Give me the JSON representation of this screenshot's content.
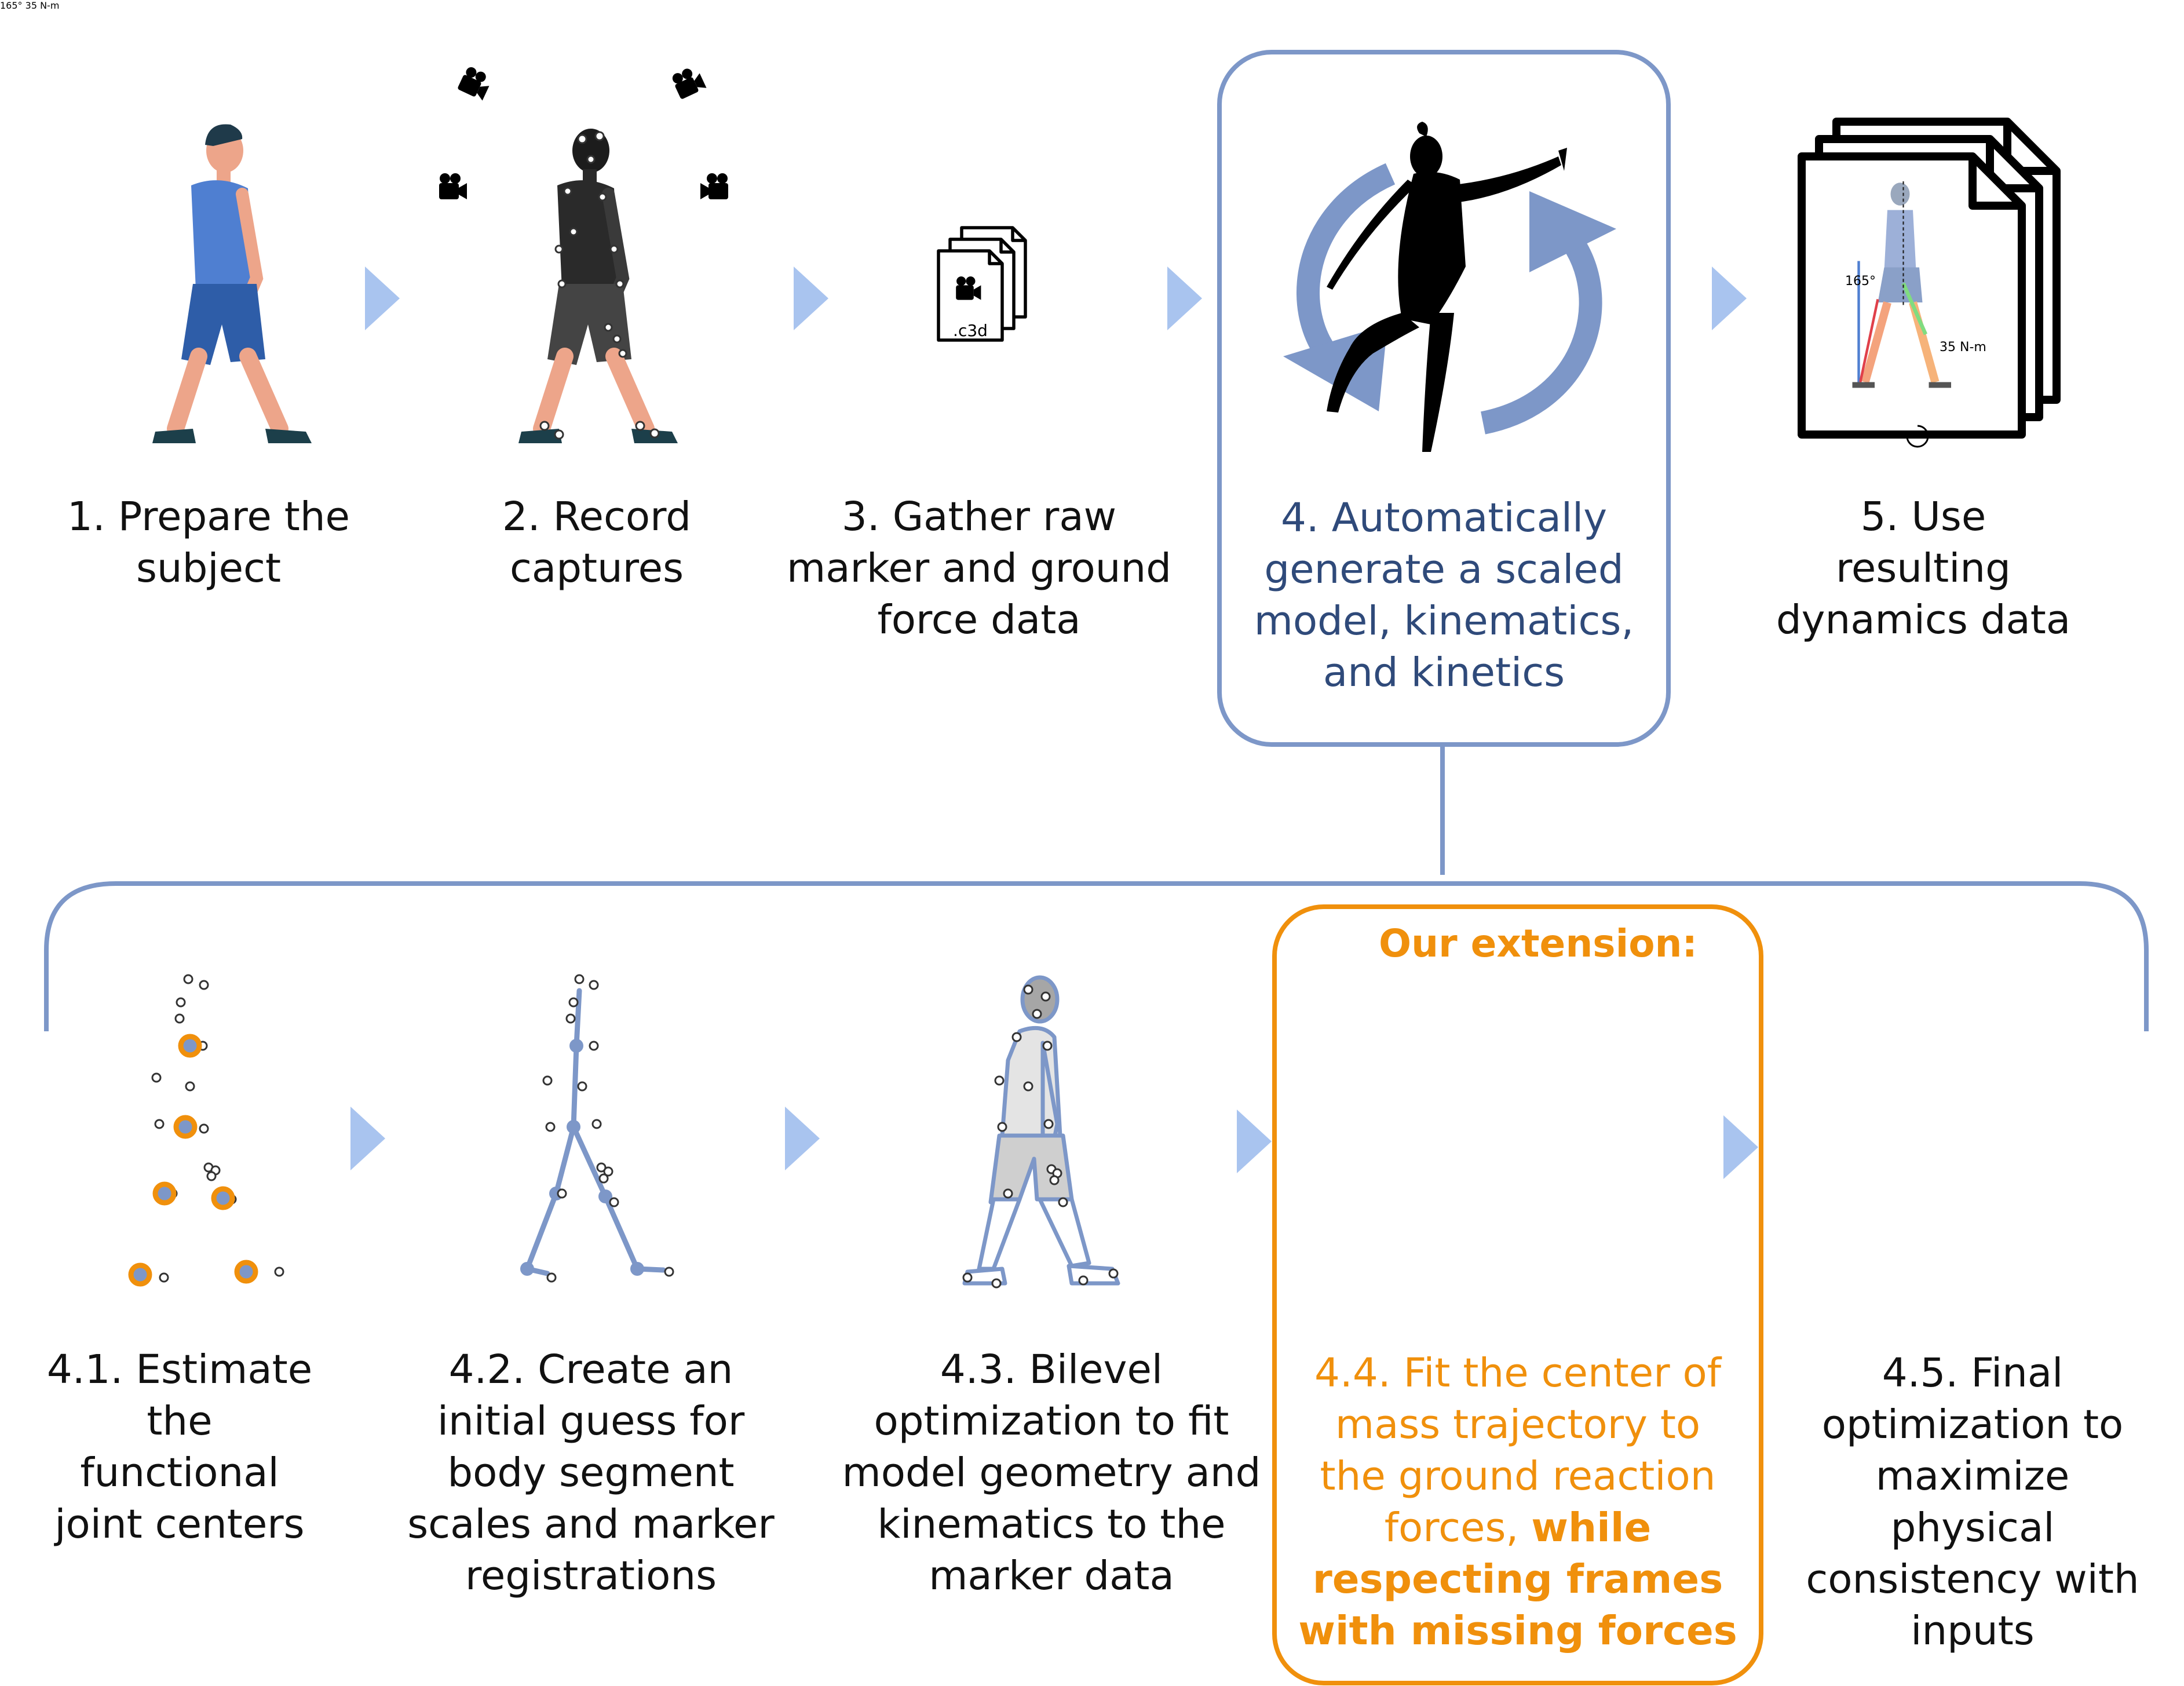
{
  "top_steps": [
    {
      "lines": [
        "1. Prepare the",
        "subject"
      ]
    },
    {
      "lines": [
        "2. Record",
        "captures"
      ]
    },
    {
      "lines": [
        "3. Gather raw",
        "marker and ground",
        "force data"
      ]
    },
    {
      "lines": [
        "4. Automatically",
        "generate a scaled",
        "model, kinematics,",
        "and kinetics"
      ]
    },
    {
      "lines": [
        "5. Use",
        "resulting",
        "dynamics data"
      ]
    }
  ],
  "file_label": ".c3d",
  "icons": {
    "angle_label": "165°",
    "torque_label": "35 N-m"
  },
  "extension_title": "Our extension:",
  "sub_steps": [
    {
      "lines": [
        "4.1. Estimate",
        "the",
        "functional",
        "joint centers"
      ]
    },
    {
      "lines": [
        "4.2. Create an",
        "initial guess for",
        "body segment",
        "scales and marker",
        "registrations"
      ]
    },
    {
      "lines": [
        "4.3. Bilevel",
        "optimization to fit",
        "model geometry and",
        "kinematics to the",
        "marker data"
      ]
    },
    {
      "lines": [
        "4.4.  Fit the center of",
        "mass trajectory to",
        "the ground reaction"
      ],
      "mixed_line": {
        "normal": "forces, ",
        "bold": "while"
      },
      "bold_lines": [
        "respecting frames",
        "with missing forces"
      ]
    },
    {
      "lines": [
        "4.5. Final",
        "optimization to",
        "maximize",
        "physical",
        "consistency with",
        "inputs"
      ]
    }
  ],
  "colors": {
    "accent_blue": "#7d97c8",
    "arrow_blue": "#a9c4ef",
    "orange": "#f0900c",
    "text_blue": "#2f4a7a",
    "shirt_blue": "#4f7fd1",
    "skin": "#eda58a"
  }
}
